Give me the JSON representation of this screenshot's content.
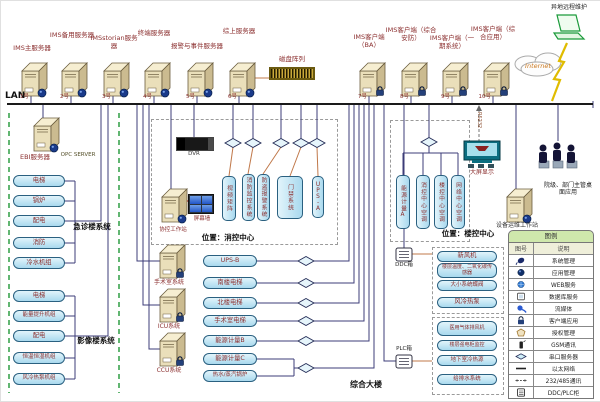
{
  "colors": {
    "line": "#3c3c78",
    "serial_line": "#c0784a",
    "lan_bus": "#1a1a1a",
    "box_fill": "#bfe4f2",
    "box_border": "#2a6080",
    "label_red": "#8b2f2f",
    "green_dash": "#2e9e44",
    "legend_header": "#cfe8ac"
  },
  "top": {
    "lan_label": "LAN",
    "servers": [
      {
        "label": "IMS主服务器",
        "num": "1号"
      },
      {
        "label": "IMS备用服务器",
        "num": "2号"
      },
      {
        "label": "IMSstorian服务器",
        "num": "3号"
      },
      {
        "label": "终端服务器",
        "num": "4号"
      },
      {
        "label": "报警与事件服务器",
        "num": "5号"
      },
      {
        "label": "综上服务器",
        "num": "6号"
      },
      {
        "label": "IMS客户端（BA）",
        "num": "7号"
      },
      {
        "label": "IMS客户端（综合安防）",
        "num": "8号"
      },
      {
        "label": "IMS客户端（一期系统）",
        "num": "9号"
      },
      {
        "label": "IMS客户端（综合应用）",
        "num": "10号"
      }
    ],
    "disk_array_label": "磁盘阵列",
    "remote_label": "异地远程维护",
    "internet_label": "Internet"
  },
  "left": {
    "ebi_label": "EBI服务器",
    "opc_label": "OPC SERVER",
    "group1_title": "急诊楼系统",
    "group1": [
      "电梯",
      "锅炉",
      "配电",
      "消防",
      "冷水机组"
    ],
    "group2_title": "影像楼系统",
    "group2": [
      "电梯",
      "能量提升机组",
      "配电",
      "恒温恒湿机组",
      "风冷热泵机组"
    ]
  },
  "center": {
    "dvr_label": "DVR",
    "workstation_label": "协控工作站",
    "screenwall_label": "屏幕墙",
    "vboxes": [
      "视频矩阵",
      "消防监控系统",
      "防盗报警系统",
      "门禁系统",
      "UPS-A"
    ],
    "location_label": "位置：消控中心",
    "towers": [
      "手术室系统",
      "ICU系统",
      "CCU系统"
    ],
    "boxes": [
      "UPS-B",
      "南楼电梯",
      "北楼电梯",
      "手术室电梯",
      "能源计量B",
      "能源计量C",
      "热水/蒸汽锅炉"
    ],
    "ddc_label": "DDC箱",
    "plc_label": "PLC箱",
    "building_label": "综合大楼"
  },
  "right": {
    "rs232_label": "RS232",
    "display_label": "大屏显示",
    "vboxes": [
      "能源计量A",
      "消控中心空调",
      "楼控中心空调",
      "网络中心空调"
    ],
    "location_label": "位置：楼控中心",
    "ops_label": "设备运维工作站",
    "desktop_label": "院级、部门主管桌面应用",
    "groupA": [
      "新风机",
      "楼层温度、二氧化碳传感器",
      "大小系统蝶阀",
      "风冷热泵"
    ],
    "groupB": [
      "医用气体排风机",
      "楼层强电柜监控",
      "地下室冷热源",
      "给排水系统"
    ]
  },
  "legend": {
    "title": "图例",
    "col_icon": "图号",
    "col_desc": "说明",
    "rows": [
      {
        "icon": "system-mgmt-icon",
        "label": "系统管理"
      },
      {
        "icon": "app-mgmt-icon",
        "label": "应用管理"
      },
      {
        "icon": "web-service-icon",
        "label": "WEB服务"
      },
      {
        "icon": "database-icon",
        "label": "数据库服务"
      },
      {
        "icon": "stream-media-icon",
        "label": "流媒体"
      },
      {
        "icon": "client-app-icon",
        "label": "客户端应用"
      },
      {
        "icon": "auth-mgmt-icon",
        "label": "授权管理"
      },
      {
        "icon": "gsm-icon",
        "label": "GSM通讯"
      },
      {
        "icon": "serial-server-icon",
        "label": "串口服务器"
      },
      {
        "icon": "ethernet-icon",
        "label": "以太网络"
      },
      {
        "icon": "comm-485-icon",
        "label": "232/485通讯"
      },
      {
        "icon": "ddc-plc-icon",
        "label": "DDC/PLC柜"
      }
    ]
  }
}
